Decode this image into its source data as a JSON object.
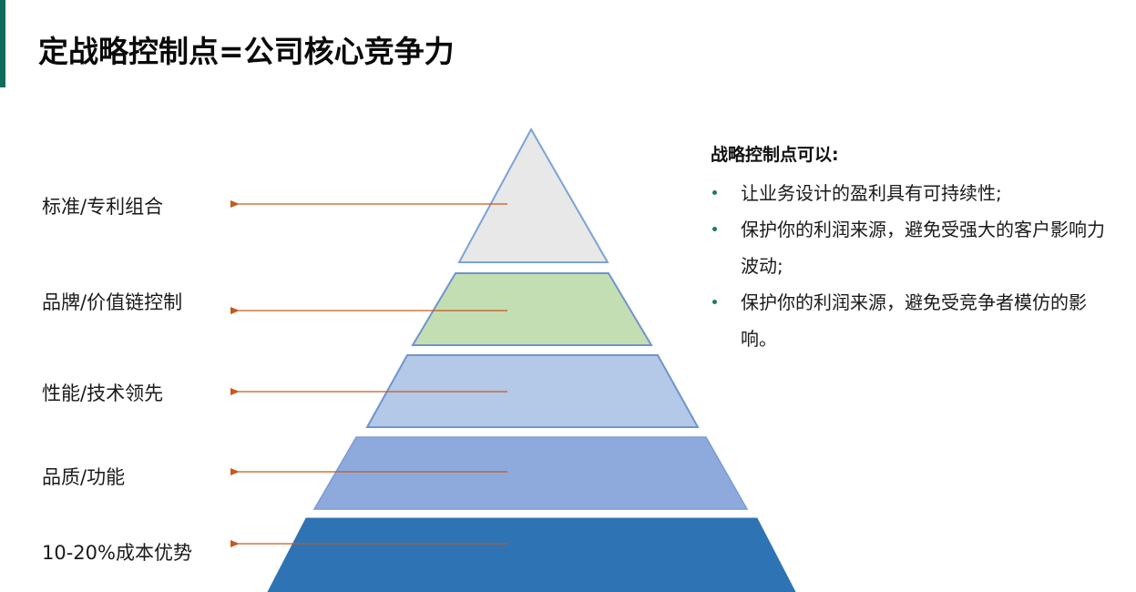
{
  "slide": {
    "title": "定战略控制点=公司核心竞争力",
    "accent_color": "#0f6b5a"
  },
  "pyramid": {
    "levels": [
      {
        "label": "标准/专利组合",
        "fill": "#e8e8e8",
        "stroke": "#7ba3d4"
      },
      {
        "label": "品牌/价值链控制",
        "fill": "#c4deb4",
        "stroke": "#6f94cc"
      },
      {
        "label": "性能/技术领先",
        "fill": "#b4c8e8",
        "stroke": "#6f94cc"
      },
      {
        "label": "品质/功能",
        "fill": "#8eaadc",
        "stroke": "#6f94cc"
      },
      {
        "label": "10-20%成本优势",
        "fill": "#2e74b5",
        "stroke": "#2e74b5"
      }
    ],
    "arrow_color": "#c55a1e"
  },
  "side_panel": {
    "title": "战略控制点可以:",
    "items": [
      "让业务设计的盈利具有可持续性;",
      "保护你的利润来源，避免受强大的客户影响力波动;",
      "保护你的利润来源，避免受竞争者模仿的影响。"
    ],
    "bullet_color": "#1e7a63"
  }
}
